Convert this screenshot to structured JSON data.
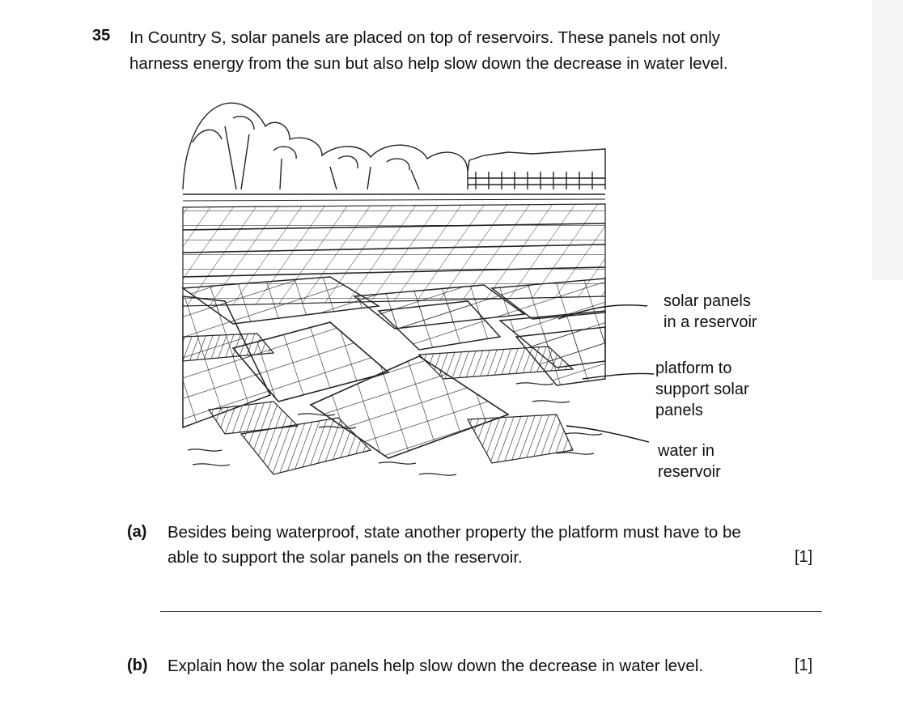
{
  "question": {
    "number": "35",
    "line1": "In Country S, solar panels are placed on top of reservoirs. These panels not only",
    "line2": "harness energy from the sun but also help slow down the decrease in water level."
  },
  "figure": {
    "labels": {
      "solar_line1": "solar panels",
      "solar_line2": "in a reservoir",
      "platform_line1": "platform to",
      "platform_line2": "support solar",
      "platform_line3": "panels",
      "water_line1": "water in",
      "water_line2": "reservoir"
    }
  },
  "part_a": {
    "tag": "(a)",
    "line1": "Besides being waterproof, state another property the platform must have to be",
    "line2": "able to support the solar panels on the reservoir.",
    "marks": "[1]"
  },
  "part_b": {
    "tag": "(b)",
    "text": "Explain how the solar panels help slow down the decrease in water level.",
    "marks": "[1]"
  }
}
